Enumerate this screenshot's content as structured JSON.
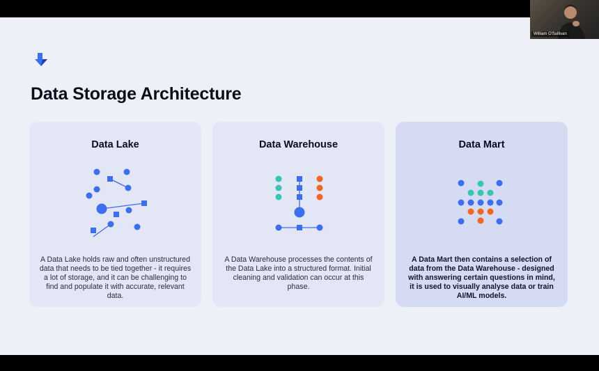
{
  "slide": {
    "title": "Data Storage Architecture",
    "cards": [
      {
        "title": "Data Lake",
        "description": "A Data Lake holds raw and often unstructured data that needs to be tied together - it requires a lot of storage, and it can be challenging to find and populate it with accurate, relevant data."
      },
      {
        "title": "Data Warehouse",
        "description": "A Data Warehouse processes the contents of the Data Lake into a structured format. Initial cleaning and validation can occur at this phase."
      },
      {
        "title": "Data Mart",
        "description": "A Data Mart then contains a selection of data from the Data Warehouse - designed with answering certain questions in mind, it is used to visually analyse data or train AI/ML models."
      }
    ]
  },
  "webcam": {
    "participant_name": "William O'Sullivan"
  },
  "colors": {
    "blue": "#3b6ef0",
    "teal": "#35c7b4",
    "orange": "#f5651f",
    "slide_bg": "#eef0f8",
    "card_bg": "#e3e6f4",
    "card_highlight_bg": "#d5dbf3"
  },
  "icons": {
    "logo": "chevron-arrow-logo"
  }
}
